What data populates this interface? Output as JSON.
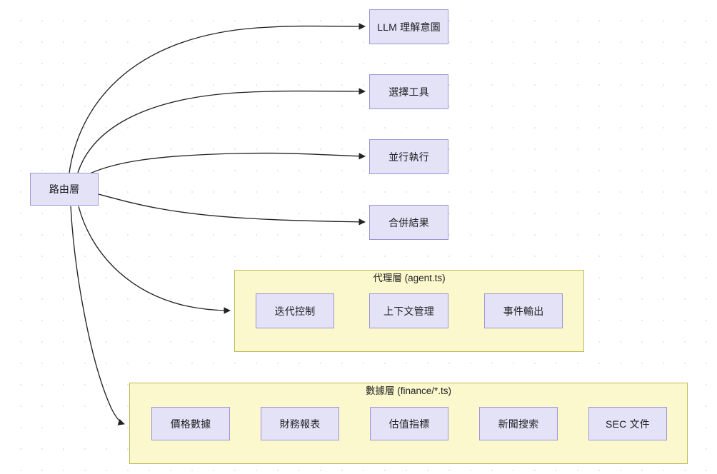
{
  "diagram": {
    "type": "flowchart",
    "background": "#ffffff",
    "grid_dot_color": "#e8e8ea",
    "node_fill": "#e4e2f7",
    "node_stroke": "#9e96d4",
    "group_fill": "#fbf8cd",
    "group_stroke": "#bfba55",
    "edge_color": "#232323",
    "root": {
      "id": "router",
      "label": "路由層"
    },
    "flow_nodes": [
      {
        "id": "llm-intent",
        "label": "LLM 理解意圖"
      },
      {
        "id": "select-tool",
        "label": "選擇工具"
      },
      {
        "id": "parallel-exec",
        "label": "並行執行"
      },
      {
        "id": "merge-result",
        "label": "合併結果"
      }
    ],
    "groups": [
      {
        "id": "agent-layer",
        "title": "代理層 (agent.ts)",
        "nodes": [
          {
            "id": "iteration-control",
            "label": "迭代控制"
          },
          {
            "id": "context-management",
            "label": "上下文管理"
          },
          {
            "id": "event-output",
            "label": "事件輸出"
          }
        ]
      },
      {
        "id": "data-layer",
        "title": "數據層 (finance/*.ts)",
        "nodes": [
          {
            "id": "price-data",
            "label": "價格數據"
          },
          {
            "id": "financial-statements",
            "label": "財務報表"
          },
          {
            "id": "valuation-metrics",
            "label": "估值指標"
          },
          {
            "id": "news-search",
            "label": "新聞搜索"
          },
          {
            "id": "sec-filings",
            "label": "SEC 文件"
          }
        ]
      }
    ],
    "edges": [
      {
        "from": "router",
        "to": "llm-intent"
      },
      {
        "from": "router",
        "to": "select-tool"
      },
      {
        "from": "router",
        "to": "parallel-exec"
      },
      {
        "from": "router",
        "to": "merge-result"
      },
      {
        "from": "router",
        "to": "agent-layer"
      },
      {
        "from": "router",
        "to": "data-layer"
      }
    ]
  }
}
